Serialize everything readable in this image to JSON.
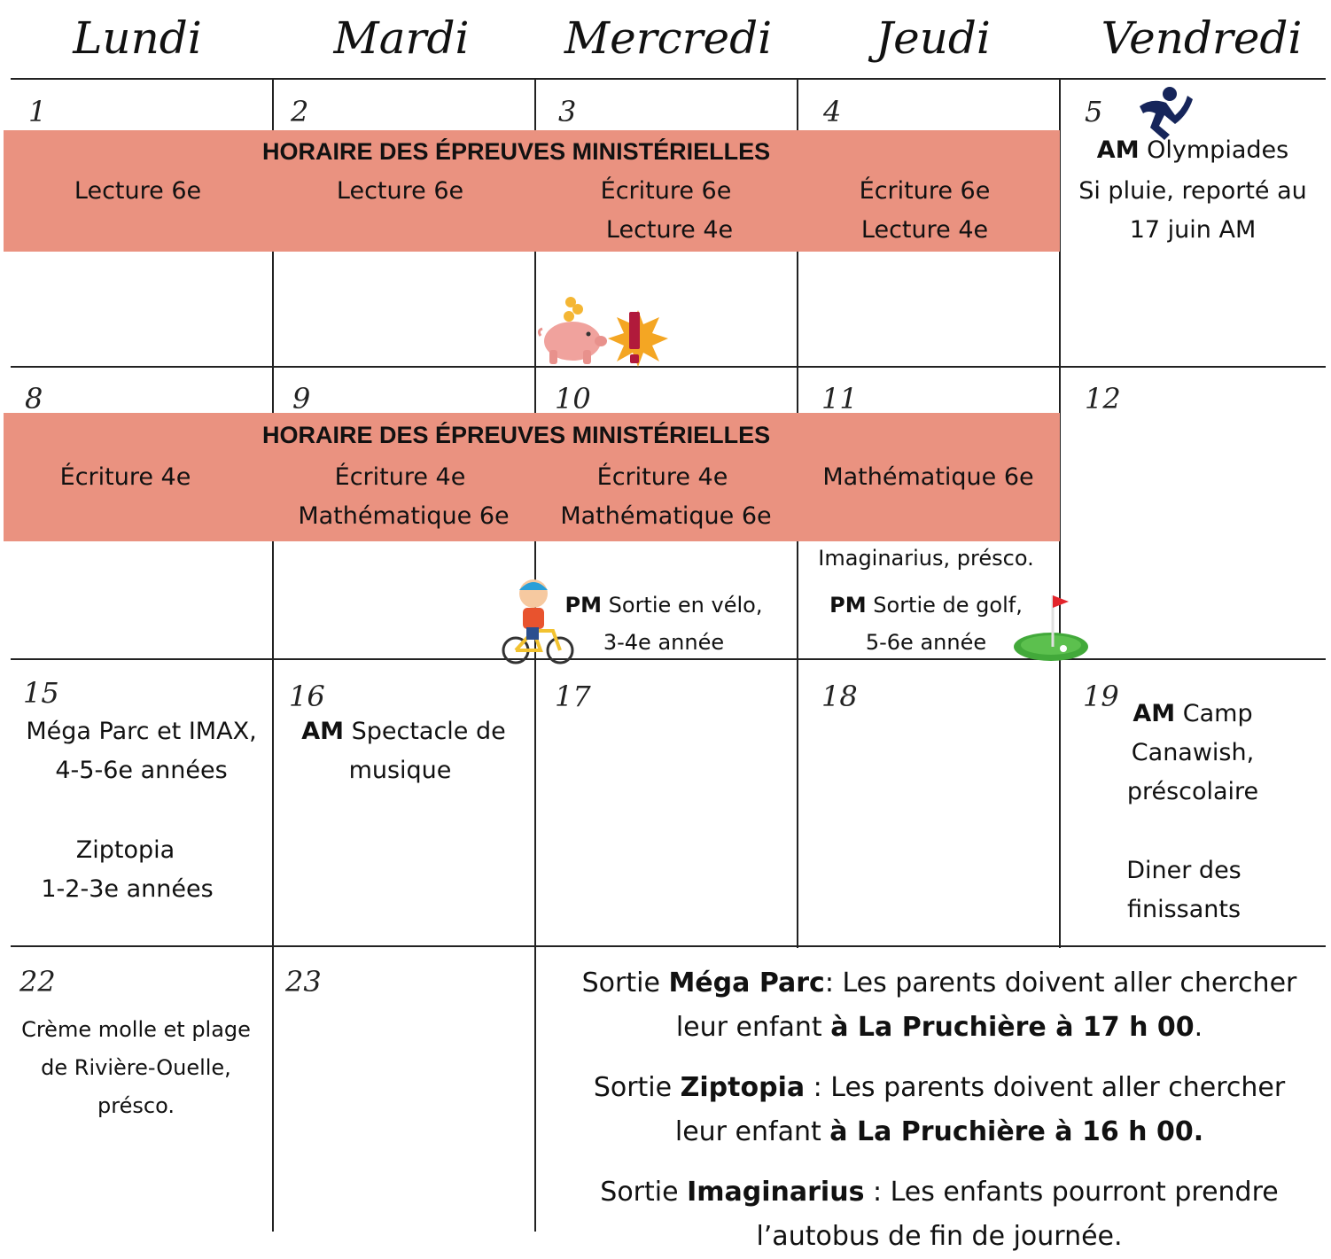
{
  "days": [
    "Lundi",
    "Mardi",
    "Mercredi",
    "Jeudi",
    "Vendredi"
  ],
  "dates": {
    "d1": "1",
    "d2": "2",
    "d3": "3",
    "d4": "4",
    "d5": "5",
    "d8": "8",
    "d9": "9",
    "d10": "10",
    "d11": "11",
    "d12": "12",
    "d15": "15",
    "d16": "16",
    "d17": "17",
    "d18": "18",
    "d19": "19",
    "d22": "22",
    "d23": "23"
  },
  "band_title": "HORAIRE DES ÉPREUVES MINISTÉRIELLES",
  "week1": {
    "mon": "Lecture 6e",
    "tue": "Lecture 6e",
    "wed": [
      "Écriture 6e",
      "Lecture 4e"
    ],
    "thu": [
      "Écriture 6e",
      "Lecture 4e"
    ],
    "fri": {
      "bold": "AM",
      "rest": " Olympiades",
      "line2": "Si pluie, reporté au",
      "line3": "17 juin AM"
    }
  },
  "week2": {
    "mon": "Écriture 4e",
    "tue": [
      "Écriture 4e",
      "Mathématique 6e"
    ],
    "wed": [
      "Écriture 4e",
      "Mathématique 6e"
    ],
    "thu": "Mathématique 6e",
    "thu_extra": "Imaginarius, présco.",
    "wed_pm": {
      "bold": "PM",
      "rest": " Sortie en vélo,",
      "line2": "3-4e année"
    },
    "thu_pm": {
      "bold": "PM",
      "rest": " Sortie de golf,",
      "line2": "5-6e année"
    }
  },
  "week3": {
    "mon": [
      "Méga Parc et IMAX,",
      "4-5-6e années",
      "Ziptopia",
      "1-2-3e années"
    ],
    "tue": {
      "bold": "AM",
      "rest": " Spectacle de",
      "line2": "musique"
    },
    "fri": {
      "bold": "AM",
      "rest": " Camp",
      "line2": "Canawish,",
      "line3": "préscolaire",
      "line4": "Diner des",
      "line5": "finissants"
    }
  },
  "week4": {
    "mon": [
      "Crème molle et plage",
      "de Rivière-Ouelle,",
      "présco."
    ]
  },
  "notes": {
    "n1": {
      "a": "Sortie ",
      "b": "Méga Parc",
      "c": ": Les parents doivent aller chercher",
      "d": "leur enfant ",
      "e": "à La Pruchière à 17 h 00",
      "f": "."
    },
    "n2": {
      "a": "Sortie ",
      "b": "Ziptopia",
      "c": " : Les parents doivent aller chercher",
      "d": "leur enfant ",
      "e": "à La Pruchière à 16 h 00."
    },
    "n3": {
      "a": "Sortie ",
      "b": "Imaginarius",
      "c": " : Les enfants pourront prendre",
      "d": "l’autobus de fin de journée."
    }
  },
  "colors": {
    "band": "#ea9280",
    "runner": "#16255a"
  },
  "icons": [
    "runner-icon",
    "piggy-bank-icon",
    "exclamation-burst-icon",
    "cyclist-icon",
    "golf-flag-icon"
  ]
}
